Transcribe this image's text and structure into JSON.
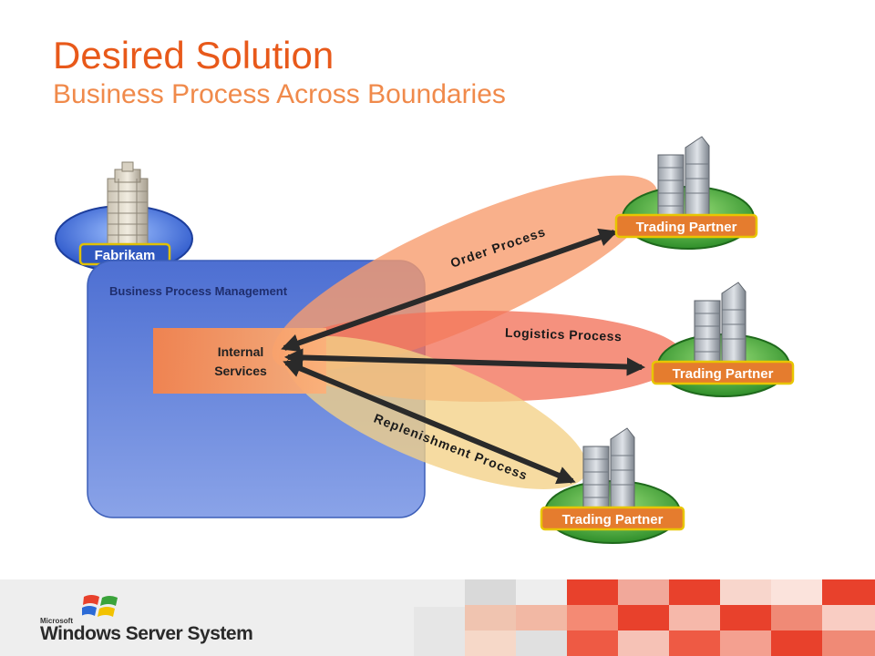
{
  "slide": {
    "title": "Desired Solution",
    "subtitle": "Business Process Across Boundaries"
  },
  "diagram": {
    "hub": {
      "company_label": "Fabrikam",
      "container_label": "Business Process Management",
      "services_line1": "Internal",
      "services_line2": "Services"
    },
    "processes": [
      {
        "label": "Order Process",
        "partner_label": "Trading Partner",
        "color": "#f79c6e"
      },
      {
        "label": "Logistics Process",
        "partner_label": "Trading Partner",
        "color": "#f2725a"
      },
      {
        "label": "Replenishment Process",
        "partner_label": "Trading Partner",
        "color": "#f3d186"
      }
    ]
  },
  "footer": {
    "brand_small": "Microsoft",
    "brand_product": "Windows Server System",
    "logo_icon": "windows-flag-icon"
  },
  "colors": {
    "title": "#e8591a",
    "container_blue": "#5b7fd6",
    "partner_badge_green": "#2e8b2e",
    "badge_border_gold": "#e0c000",
    "arrow": "#2a2a2a"
  }
}
